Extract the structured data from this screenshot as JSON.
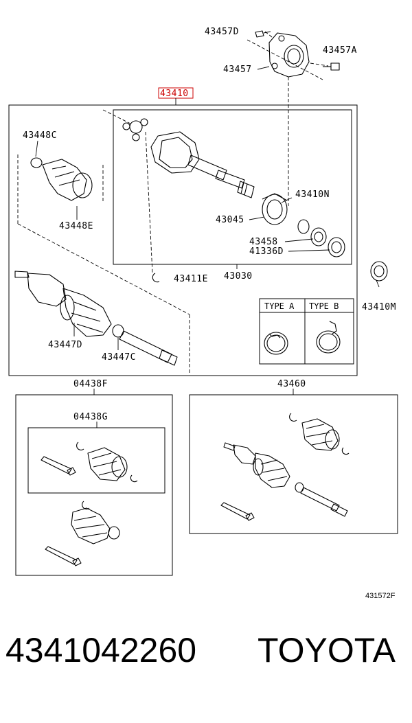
{
  "labels": {
    "p43457D": "43457D",
    "p43457A": "43457A",
    "p43457": "43457",
    "p43410": "43410",
    "p43448C": "43448C",
    "p43448E": "43448E",
    "p43410N": "43410N",
    "p43045": "43045",
    "p43458": "43458",
    "p41336D": "41336D",
    "p43411E": "43411E",
    "p43030": "43030",
    "p43410M": "43410M",
    "p43447D": "43447D",
    "p43447C": "43447C",
    "p04438F": "04438F",
    "p04438G": "04438G",
    "p43460": "43460",
    "type_a": "TYPE A",
    "type_b": "TYPE B",
    "diagram_code": "431572F"
  },
  "highlight_color": "#cc0000",
  "footer": {
    "part_number": "4341042260",
    "brand": "TOYOTA"
  }
}
